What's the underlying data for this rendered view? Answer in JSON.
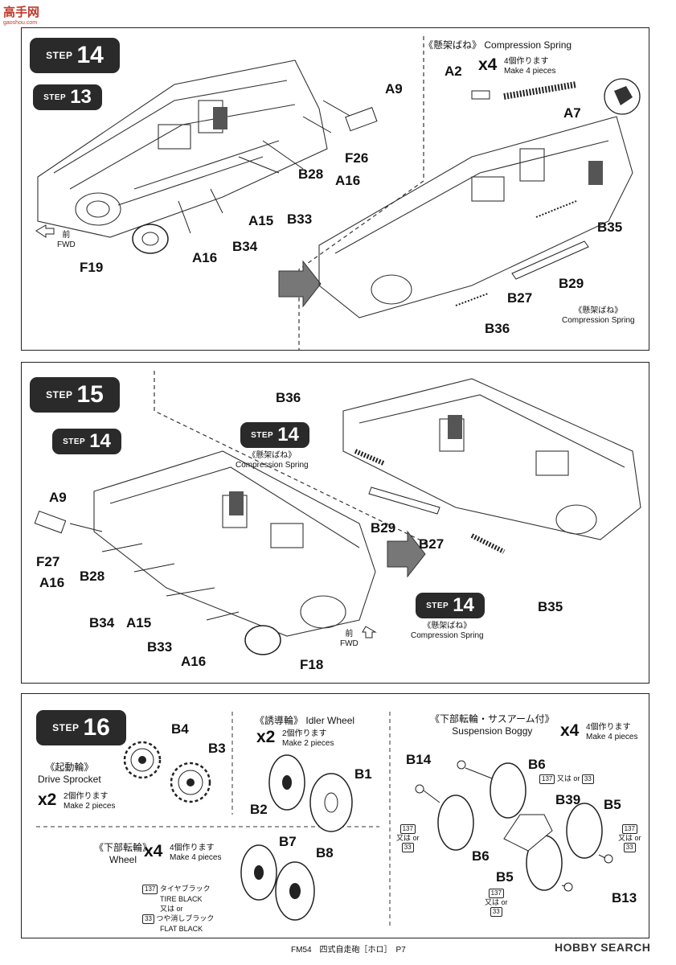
{
  "site_logo": {
    "text": "高手网",
    "sub": "gaoshou.com"
  },
  "step14": {
    "badge_word": "STEP",
    "badge_num": "14",
    "ref_word": "STEP",
    "ref_num": "13",
    "spring_title_jp": "《懸架ばね》",
    "spring_title_en": "Compression Spring",
    "count": "x4",
    "count_jp": "4個作ります",
    "count_en": "Make 4 pieces",
    "spring_parts": [
      "A2",
      "A7"
    ],
    "fwd_jp": "前",
    "fwd_en": "FWD",
    "left_parts": [
      "A9",
      "F26",
      "A16",
      "B28",
      "B33",
      "A15",
      "B34",
      "A16",
      "F19"
    ],
    "right_parts": [
      "B35",
      "B29",
      "B27",
      "B36"
    ],
    "spring_note_jp": "《懸架ばね》",
    "spring_note_en": "Compression Spring"
  },
  "step15": {
    "badge_word": "STEP",
    "badge_num": "15",
    "ref_word": "STEP",
    "ref_num": "14",
    "left_parts": [
      "A9",
      "F27",
      "A16",
      "B28",
      "B34",
      "A15",
      "B33",
      "A16",
      "F18"
    ],
    "right_parts": [
      "B36",
      "B29",
      "B27",
      "B35"
    ],
    "ref2_word": "STEP",
    "ref2_num": "14",
    "ref3_word": "STEP",
    "ref3_num": "14",
    "spring_jp": "《懸架ばね》",
    "spring_en": "Compression Spring",
    "spring2_jp": "《懸架ばね》",
    "spring2_en": "Compression Spring",
    "fwd_jp": "前",
    "fwd_en": "FWD"
  },
  "step16": {
    "badge_word": "STEP",
    "badge_num": "16",
    "sprocket_jp": "《起動輪》",
    "sprocket_en": "Drive Sprocket",
    "sprocket_count": "x2",
    "sprocket_count_jp": "2個作ります",
    "sprocket_count_en": "Make 2 pieces",
    "sprocket_parts": [
      "B4",
      "B3"
    ],
    "idler_jp": "《誘導輪》",
    "idler_en": "Idler Wheel",
    "idler_count": "x2",
    "idler_count_jp": "2個作ります",
    "idler_count_en": "Make 2 pieces",
    "idler_parts": [
      "B2",
      "B1"
    ],
    "boggy_jp": "《下部転輪・サスアーム付》",
    "boggy_en": "Suspension Boggy",
    "boggy_count": "x4",
    "boggy_count_jp": "4個作ります",
    "boggy_count_en": "Make 4 pieces",
    "boggy_parts": [
      "B14",
      "B6",
      "B39",
      "B5",
      "B6",
      "B5",
      "B13"
    ],
    "wheel_jp": "《下部転輪》",
    "wheel_en": "Wheel",
    "wheel_count": "x4",
    "wheel_count_jp": "4個作ります",
    "wheel_count_en": "Make 4 pieces",
    "wheel_parts": [
      "B7",
      "B8"
    ],
    "color1_code": "137",
    "color1_jp": "タイヤブラック",
    "color1_en": "TIRE BLACK",
    "or_jp": "又は or",
    "color2_code": "33",
    "color2_jp": "つや消しブラック",
    "color2_en": "FLAT BLACK",
    "paint_or": "又は or",
    "paint_code_a": "137",
    "paint_code_b": "33"
  },
  "footer": {
    "text": "FM54　四式自走砲［ホロ］　P7"
  },
  "watermark": {
    "text": "HOBBY SEARCH"
  }
}
